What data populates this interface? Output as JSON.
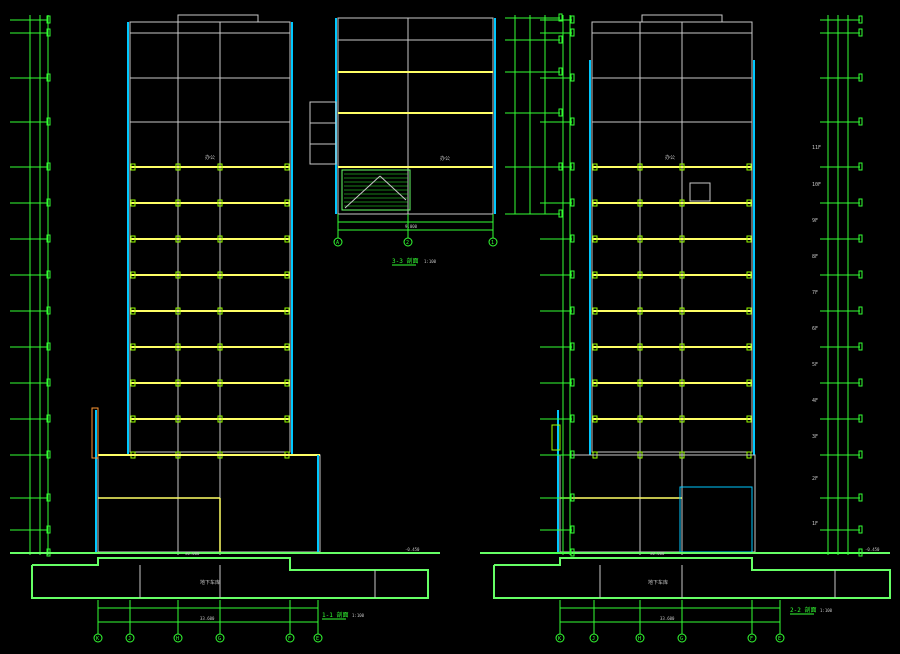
{
  "colors": {
    "background": "#000000",
    "structure_white": "#c8c8c8",
    "slab_yellow": "#ffff66",
    "elevation_green": "#33ff33",
    "glass_cyan": "#00c8ff",
    "node_green": "#99ff00",
    "ground_green": "#66ff66"
  },
  "drawing_1": {
    "title": "1-1 剖面",
    "scale": "1:100",
    "grid_labels": [
      "K",
      "J",
      "H",
      "G",
      "F",
      "E"
    ],
    "room_label": "办公",
    "basement_label": "地下车库",
    "ground_level": "±0.000",
    "outdoor_level": "-0.450",
    "dim_total": "33.600"
  },
  "drawing_2": {
    "title": "2-2 剖面",
    "scale": "1:100",
    "grid_labels": [
      "K",
      "J",
      "H",
      "G",
      "F",
      "E"
    ],
    "room_label": "办公",
    "basement_label": "地下车库",
    "ground_level": "±0.000",
    "outdoor_level": "-0.450",
    "dim_total": "33.600"
  },
  "drawing_3": {
    "title": "3-3 剖面",
    "scale": "1:100",
    "grid_labels": [
      "A",
      "2",
      "1"
    ],
    "room_label": "办公",
    "dim_total": "9.000"
  },
  "floor_tags": [
    "11F",
    "10F",
    "9F",
    "8F",
    "7F",
    "6F",
    "5F",
    "4F",
    "3F",
    "2F",
    "1F"
  ]
}
